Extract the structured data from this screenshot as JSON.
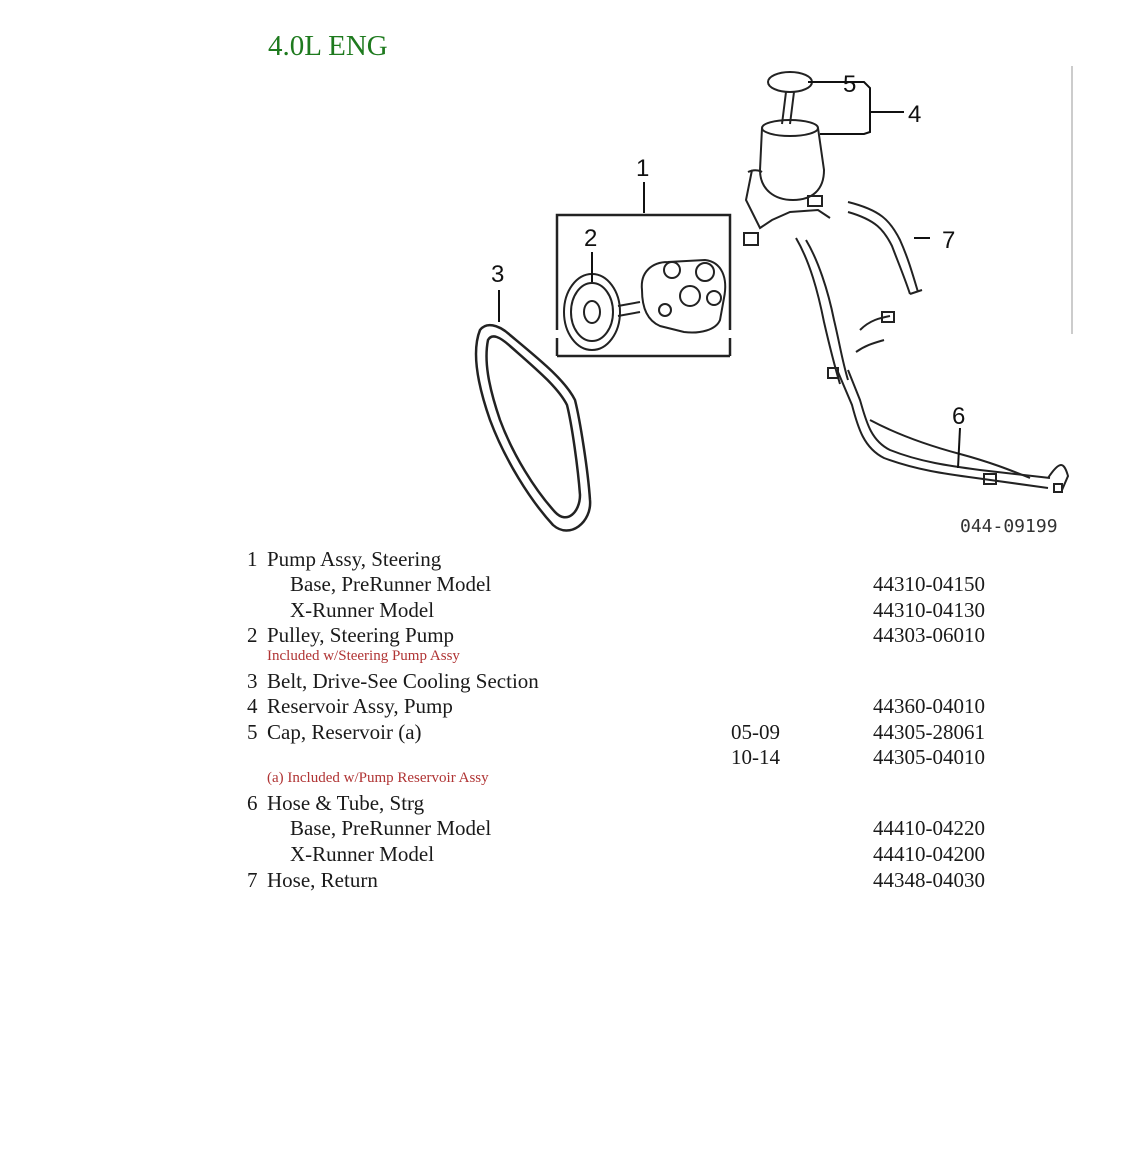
{
  "header": {
    "title": "4.0L ENG"
  },
  "diagram": {
    "callouts": [
      "1",
      "2",
      "3",
      "4",
      "5",
      "6",
      "7"
    ],
    "figure_number": "044-09199"
  },
  "parts": {
    "rows": [
      {
        "num": "1",
        "desc": "Pump Assy, Steering",
        "years": "",
        "part": ""
      },
      {
        "num": "",
        "desc": "Base, PreRunner Model",
        "years": "",
        "part": "44310-04150"
      },
      {
        "num": "",
        "desc": "X-Runner Model",
        "years": "",
        "part": "44310-04130"
      },
      {
        "num": "2",
        "desc": "Pulley, Steering Pump",
        "years": "",
        "part": "44303-06010"
      },
      {
        "num": "3",
        "desc": "Belt, Drive-See Cooling Section",
        "years": "",
        "part": ""
      },
      {
        "num": "4",
        "desc": "Reservoir Assy, Pump",
        "years": "",
        "part": "44360-04010"
      },
      {
        "num": "5",
        "desc": "Cap, Reservoir (a)",
        "years": "05-09",
        "part": "44305-28061"
      },
      {
        "num": "",
        "desc": "",
        "years": "10-14",
        "part": "44305-04010"
      },
      {
        "num": "6",
        "desc": "Hose & Tube, Strg",
        "years": "",
        "part": ""
      },
      {
        "num": "",
        "desc": "Base, PreRunner Model",
        "years": "",
        "part": "44410-04220"
      },
      {
        "num": "",
        "desc": "X-Runner Model",
        "years": "",
        "part": "44410-04200"
      },
      {
        "num": "7",
        "desc": "Hose, Return",
        "years": "",
        "part": "44348-04030"
      }
    ],
    "notes": [
      "Included w/Steering Pump Assy",
      "(a) Included w/Pump Reservoir Assy"
    ]
  }
}
